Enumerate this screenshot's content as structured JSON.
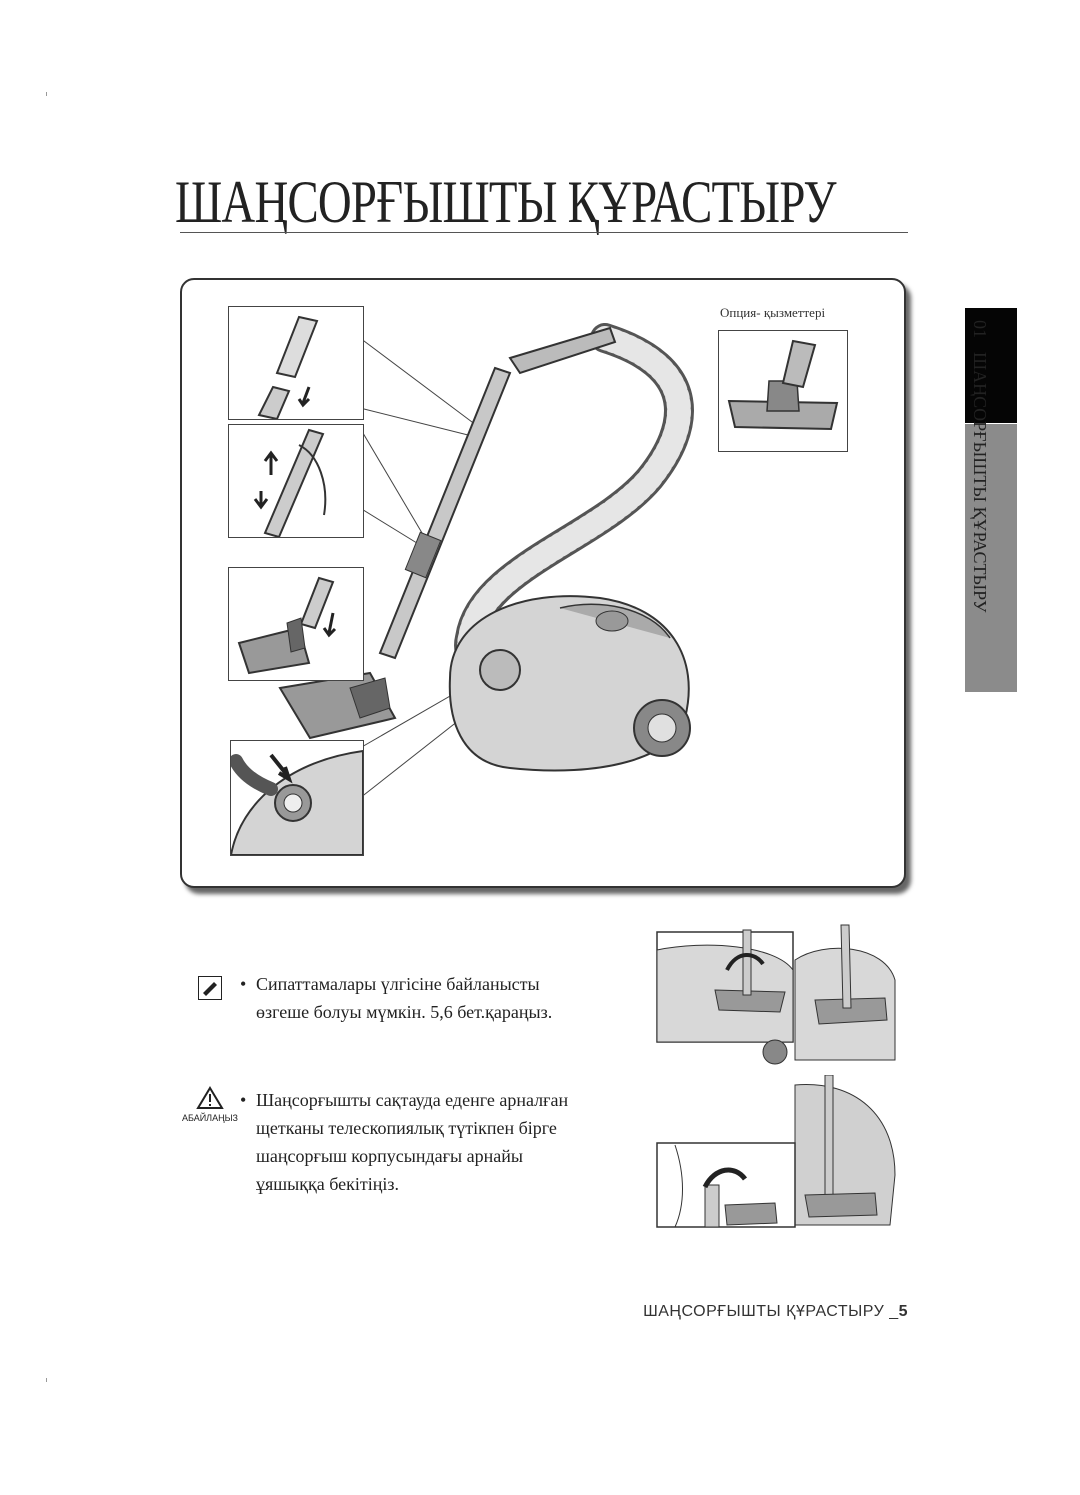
{
  "page": {
    "title": "ШАҢСОРҒЫШТЫ ҚҰРАСТЫРУ",
    "option_label": "Опция- қызметтері",
    "side_tab": {
      "number": "01",
      "text": "ШАҢСОРҒЫШТЫ ҚҰРАСТЫРУ"
    },
    "note": {
      "line1": "Сипаттамалары үлгісіне байланысты",
      "line2": "өзгеше болуы мүмкін. 5,6 бет.қараңыз."
    },
    "caution": {
      "label": "АБАЙЛАҢЫЗ",
      "line1": "Шаңсорғышты сақтауда еденге арналған",
      "line2": "щетканы телескопиялық түтікпен бірге",
      "line3": "шаңсорғыш корпусындағы арнайы",
      "line4": "ұяшыққа бекітіңіз."
    },
    "footer": {
      "text": "ШАҢСОРҒЫШТЫ ҚҰРАСТЫРУ _",
      "page_number": "5"
    }
  },
  "icons": [
    "note-icon",
    "warning-triangle-icon"
  ]
}
